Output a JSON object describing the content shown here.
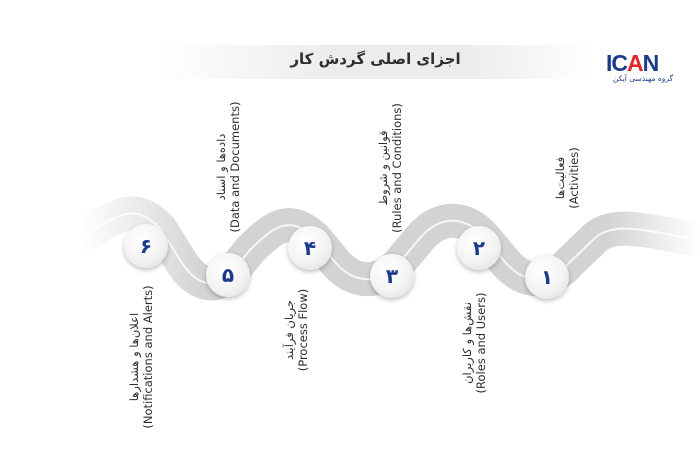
{
  "title": "اجزای اصلی گردش کار",
  "logo": {
    "main_blue": "IC",
    "main_red": "A",
    "main_blue_2": "N",
    "subtitle": "گروه مهندسی آیکن"
  },
  "colors": {
    "accent_blue": "#1b3a8c",
    "accent_red": "#e4262c",
    "path_gray": "#d3d3d3"
  },
  "steps": [
    {
      "number": "۱",
      "fa": "فعالیت‌ها",
      "en": "(Activities)",
      "label_side": "top"
    },
    {
      "number": "۲",
      "fa": "نقش‌ها و کاربران",
      "en": "(Roles and Users)",
      "label_side": "bottom"
    },
    {
      "number": "۳",
      "fa": "قوانین و شروط",
      "en": "(Rules and Conditions)",
      "label_side": "top"
    },
    {
      "number": "۴",
      "fa": "جریان فرآیند",
      "en": "(Process Flow)",
      "label_side": "bottom"
    },
    {
      "number": "۵",
      "fa": "داده‌ها و اسناد",
      "en": "(Data and Documents)",
      "label_side": "top"
    },
    {
      "number": "۶",
      "fa": "اعلان‌ها و هشدارها",
      "en": "(Notifications and Alerts)",
      "label_side": "bottom"
    }
  ]
}
